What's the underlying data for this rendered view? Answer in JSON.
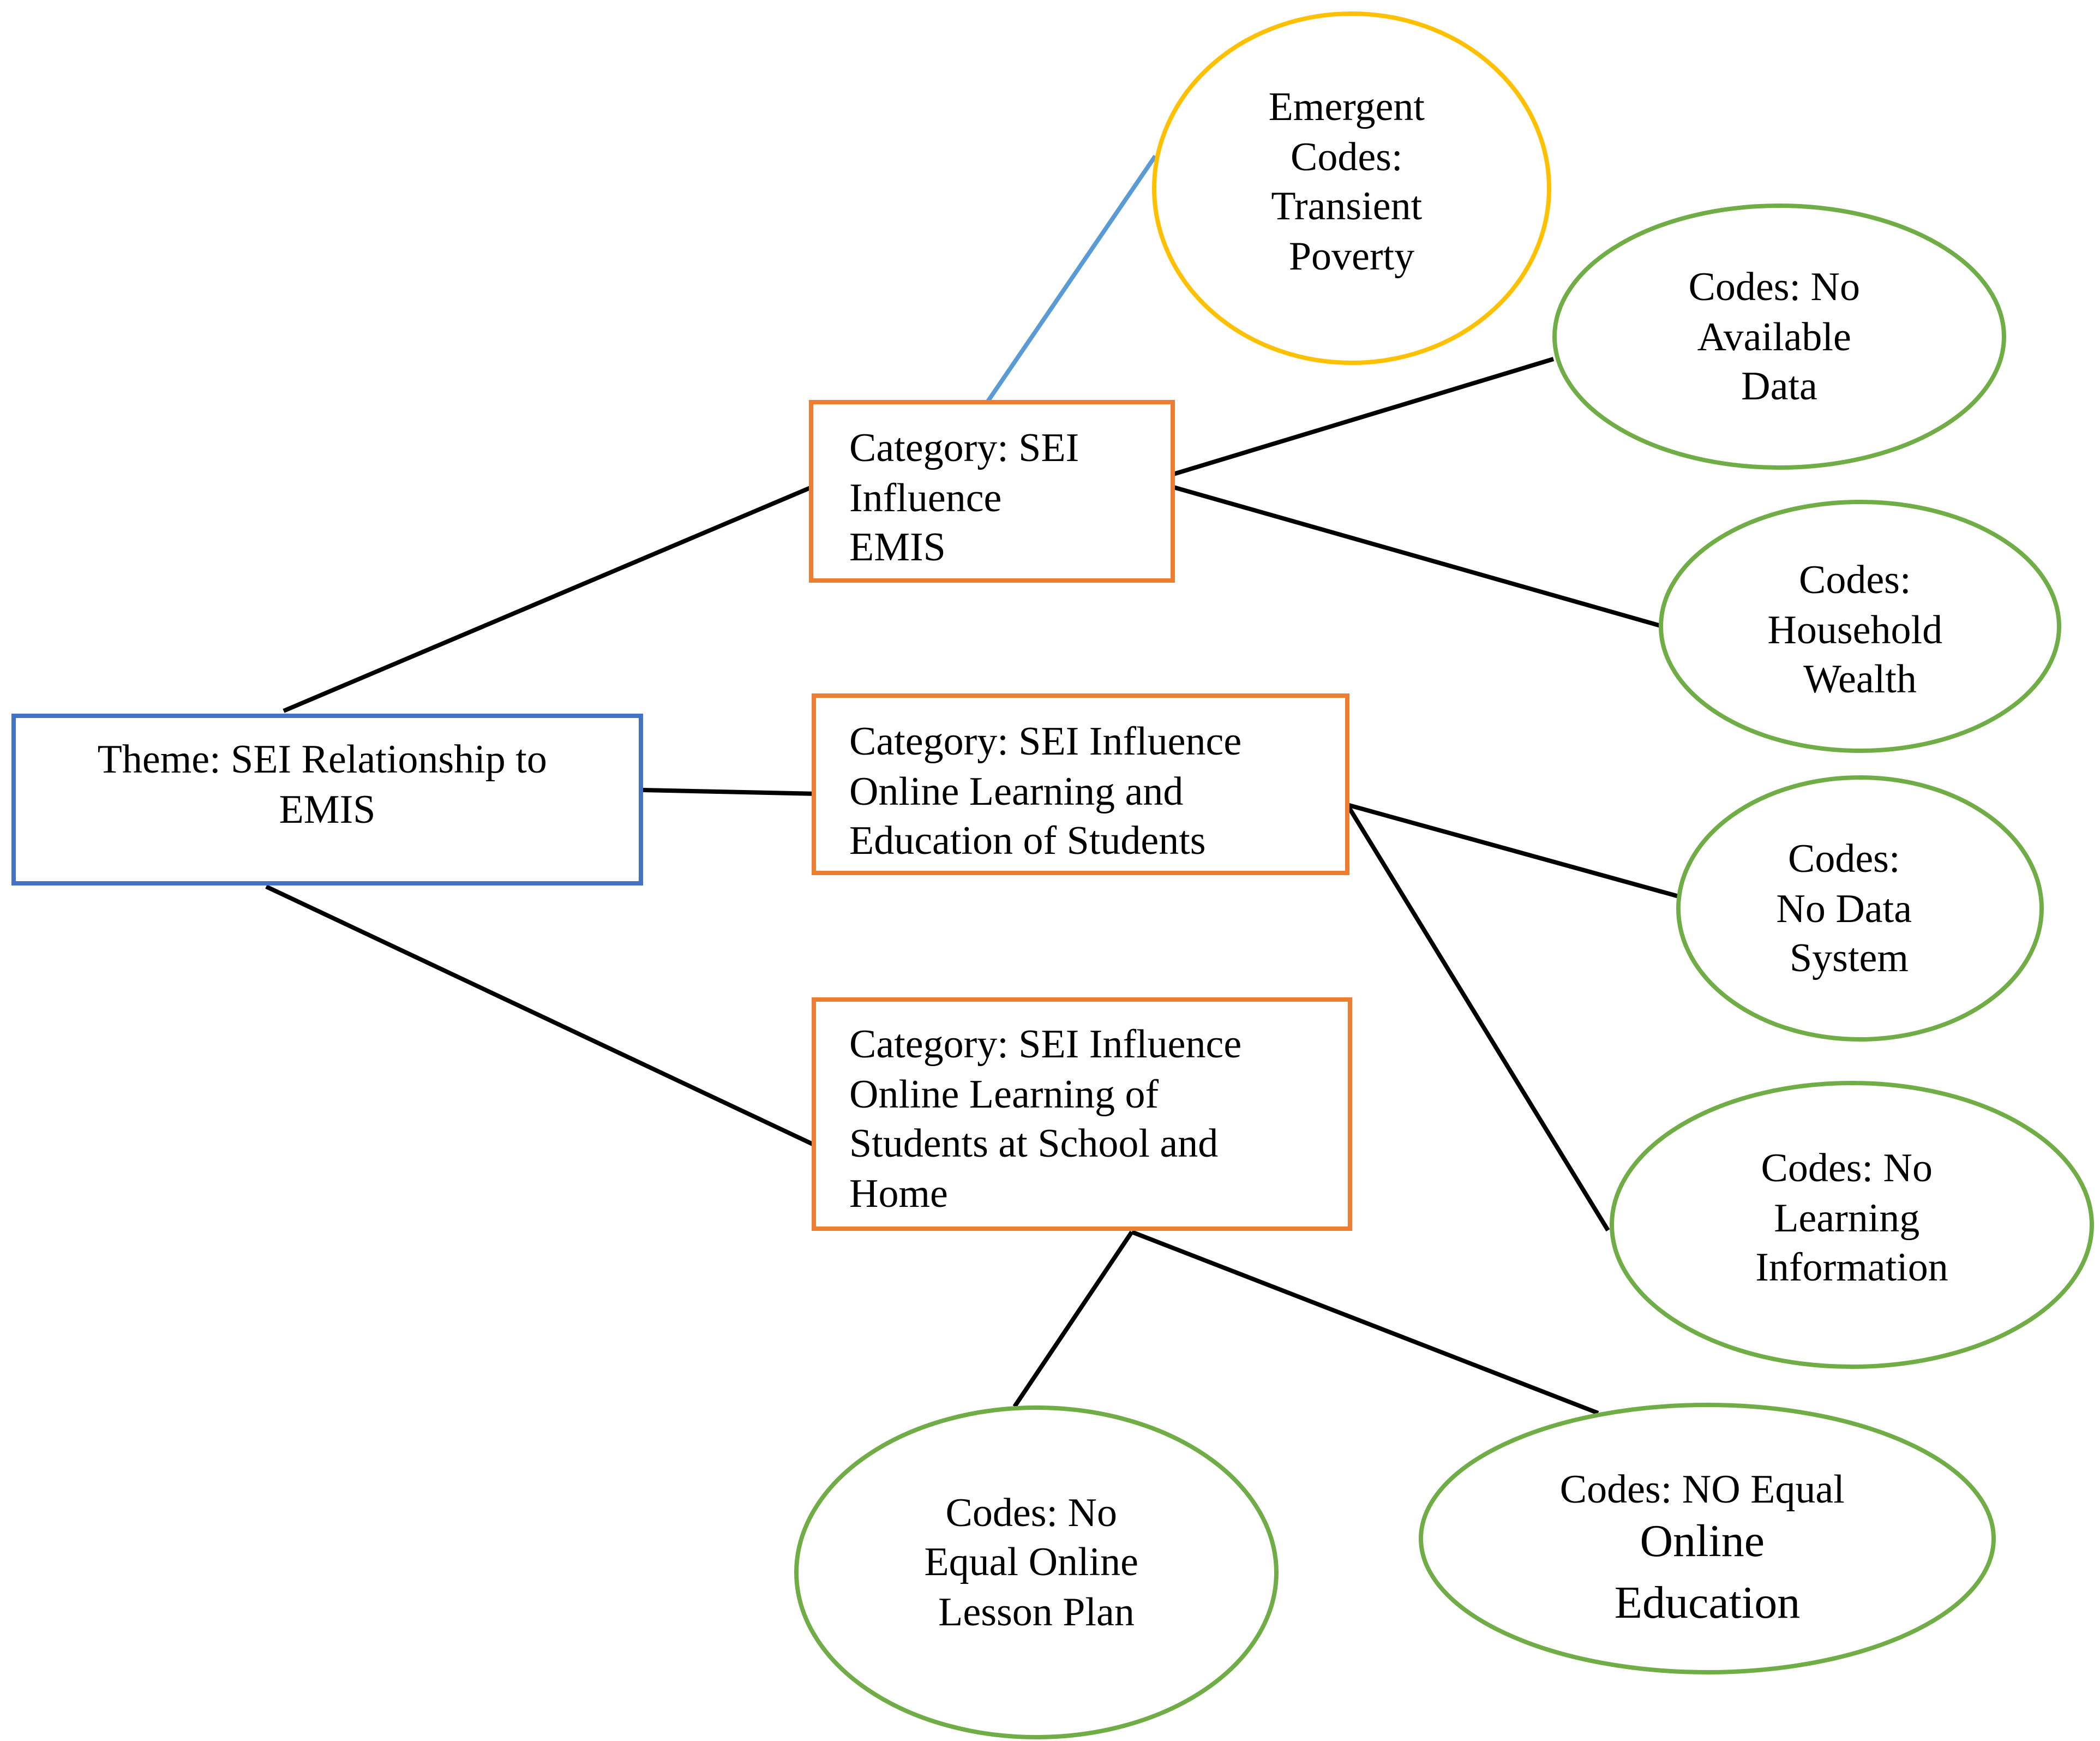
{
  "colors": {
    "theme_border": "#4472C4",
    "category_border": "#ED7D31",
    "code_border": "#70AD47",
    "emergent_border": "#FFC000",
    "emergent_arrow": "#5B9BD5",
    "arrow": "#000000"
  },
  "theme": {
    "lines": [
      "Theme: SEI Relationship to",
      "EMIS"
    ]
  },
  "categories": [
    {
      "lines": [
        "Category: SEI",
        "Influence",
        "EMIS"
      ]
    },
    {
      "lines": [
        "Category: SEI Influence",
        "Online Learning and",
        "Education of Students"
      ]
    },
    {
      "lines": [
        "Category: SEI Influence",
        "Online Learning of",
        "Students at School and",
        "Home"
      ]
    }
  ],
  "emergent_codes": {
    "lines": [
      "Emergent",
      "Codes:",
      "Transient",
      "Poverty"
    ]
  },
  "codes": [
    {
      "lines": [
        "Codes: No",
        "Available",
        "Data"
      ]
    },
    {
      "lines": [
        "Codes:",
        "Household",
        "Wealth"
      ]
    },
    {
      "lines": [
        "Codes:",
        "No Data",
        "System"
      ]
    },
    {
      "lines": [
        "Codes: No",
        "Learning",
        "Information"
      ]
    },
    {
      "lines": [
        "Codes: No",
        "Equal Online",
        "Lesson Plan"
      ]
    },
    {
      "lines": [
        "Codes: NO Equal",
        "Online",
        "Education"
      ]
    }
  ]
}
